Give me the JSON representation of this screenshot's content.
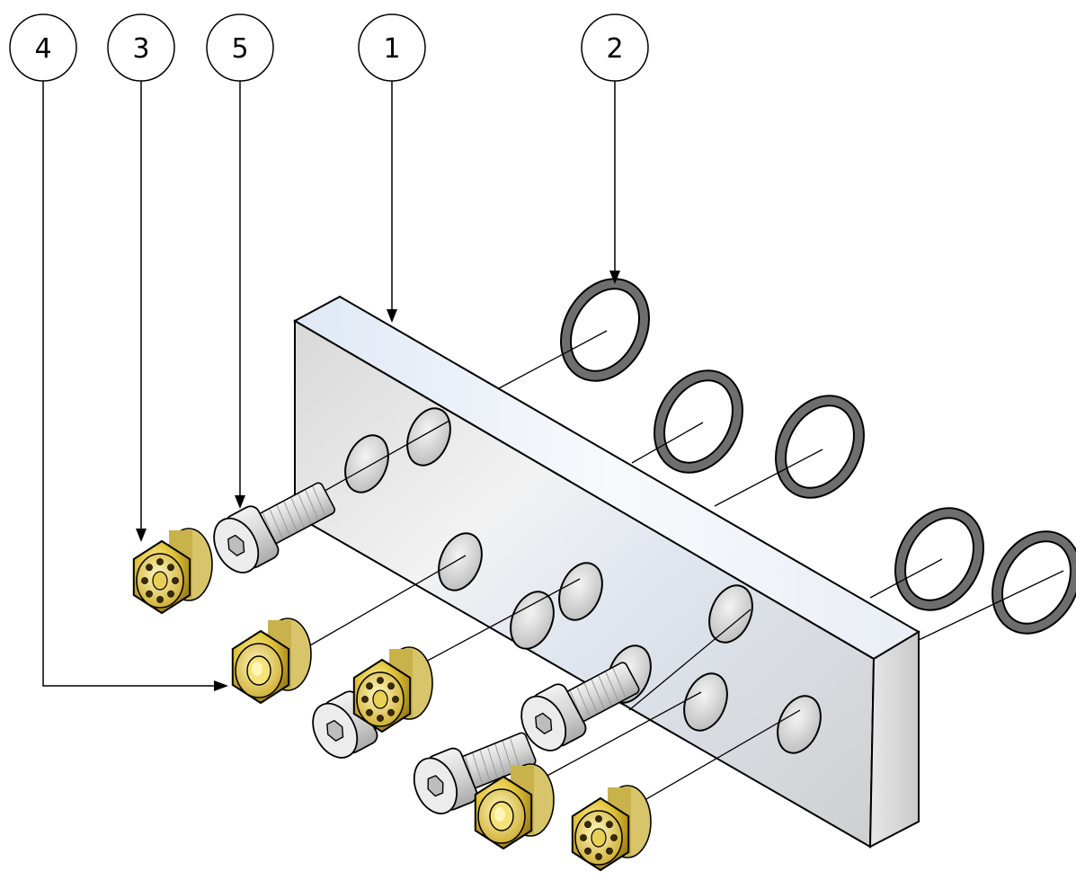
{
  "balloons": [
    {
      "number": "4",
      "part": "nut-plain"
    },
    {
      "number": "3",
      "part": "nut-perforated"
    },
    {
      "number": "5",
      "part": "socket-head-cap-screw"
    },
    {
      "number": "1",
      "part": "plate"
    },
    {
      "number": "2",
      "part": "o-ring"
    }
  ],
  "colors": {
    "plate": "#e6e6e6",
    "plate_top": "#eef2f7",
    "brass": "#e2c43a",
    "brass_dark": "#9c7d12",
    "screw": "#dcdcdc",
    "oring": "#6e6e6e",
    "outline": "#000000"
  }
}
